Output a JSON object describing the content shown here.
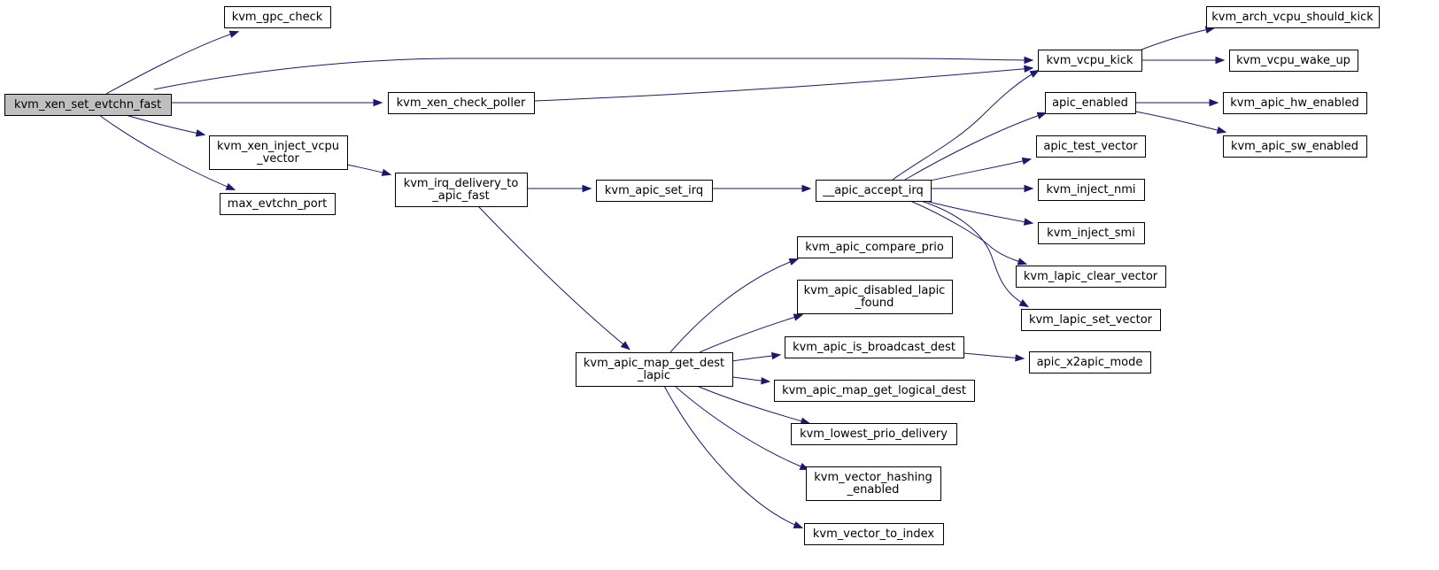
{
  "graph": {
    "colors": {
      "edge": "#191970",
      "root_fill": "#bfbfbf",
      "node_fill": "#ffffff",
      "border": "#000000"
    },
    "root": "kvm_xen_set_evtchn_fast",
    "nodes": [
      {
        "id": "kvm_xen_set_evtchn_fast",
        "lines": [
          "kvm_xen_set_evtchn_fast"
        ]
      },
      {
        "id": "kvm_gpc_check",
        "lines": [
          "kvm_gpc_check"
        ]
      },
      {
        "id": "kvm_vcpu_kick",
        "lines": [
          "kvm_vcpu_kick"
        ]
      },
      {
        "id": "kvm_xen_check_poller",
        "lines": [
          "kvm_xen_check_poller"
        ]
      },
      {
        "id": "kvm_xen_inject_vcpu_vector",
        "lines": [
          "kvm_xen_inject_vcpu",
          "_vector"
        ]
      },
      {
        "id": "max_evtchn_port",
        "lines": [
          "max_evtchn_port"
        ]
      },
      {
        "id": "kvm_irq_delivery_to_apic_fast",
        "lines": [
          "kvm_irq_delivery_to",
          "_apic_fast"
        ]
      },
      {
        "id": "kvm_apic_set_irq",
        "lines": [
          "kvm_apic_set_irq"
        ]
      },
      {
        "id": "__apic_accept_irq",
        "lines": [
          "__apic_accept_irq"
        ]
      },
      {
        "id": "kvm_arch_vcpu_should_kick",
        "lines": [
          "kvm_arch_vcpu_should_kick"
        ]
      },
      {
        "id": "kvm_vcpu_wake_up",
        "lines": [
          "kvm_vcpu_wake_up"
        ]
      },
      {
        "id": "apic_enabled",
        "lines": [
          "apic_enabled"
        ]
      },
      {
        "id": "kvm_apic_hw_enabled",
        "lines": [
          "kvm_apic_hw_enabled"
        ]
      },
      {
        "id": "kvm_apic_sw_enabled",
        "lines": [
          "kvm_apic_sw_enabled"
        ]
      },
      {
        "id": "apic_test_vector",
        "lines": [
          "apic_test_vector"
        ]
      },
      {
        "id": "kvm_inject_nmi",
        "lines": [
          "kvm_inject_nmi"
        ]
      },
      {
        "id": "kvm_inject_smi",
        "lines": [
          "kvm_inject_smi"
        ]
      },
      {
        "id": "kvm_lapic_clear_vector",
        "lines": [
          "kvm_lapic_clear_vector"
        ]
      },
      {
        "id": "kvm_lapic_set_vector",
        "lines": [
          "kvm_lapic_set_vector"
        ]
      },
      {
        "id": "kvm_apic_map_get_dest_lapic",
        "lines": [
          "kvm_apic_map_get_dest",
          "_lapic"
        ]
      },
      {
        "id": "kvm_apic_compare_prio",
        "lines": [
          "kvm_apic_compare_prio"
        ]
      },
      {
        "id": "kvm_apic_disabled_lapic_found",
        "lines": [
          "kvm_apic_disabled_lapic",
          "_found"
        ]
      },
      {
        "id": "kvm_apic_is_broadcast_dest",
        "lines": [
          "kvm_apic_is_broadcast_dest"
        ]
      },
      {
        "id": "apic_x2apic_mode",
        "lines": [
          "apic_x2apic_mode"
        ]
      },
      {
        "id": "kvm_apic_map_get_logical_dest",
        "lines": [
          "kvm_apic_map_get_logical_dest"
        ]
      },
      {
        "id": "kvm_lowest_prio_delivery",
        "lines": [
          "kvm_lowest_prio_delivery"
        ]
      },
      {
        "id": "kvm_vector_hashing_enabled",
        "lines": [
          "kvm_vector_hashing",
          "_enabled"
        ]
      },
      {
        "id": "kvm_vector_to_index",
        "lines": [
          "kvm_vector_to_index"
        ]
      }
    ],
    "edges": [
      [
        "kvm_xen_set_evtchn_fast",
        "kvm_gpc_check"
      ],
      [
        "kvm_xen_set_evtchn_fast",
        "kvm_vcpu_kick"
      ],
      [
        "kvm_xen_set_evtchn_fast",
        "kvm_xen_check_poller"
      ],
      [
        "kvm_xen_set_evtchn_fast",
        "kvm_xen_inject_vcpu_vector"
      ],
      [
        "kvm_xen_set_evtchn_fast",
        "max_evtchn_port"
      ],
      [
        "kvm_xen_check_poller",
        "kvm_vcpu_kick"
      ],
      [
        "kvm_xen_inject_vcpu_vector",
        "kvm_irq_delivery_to_apic_fast"
      ],
      [
        "kvm_irq_delivery_to_apic_fast",
        "kvm_apic_set_irq"
      ],
      [
        "kvm_irq_delivery_to_apic_fast",
        "kvm_apic_map_get_dest_lapic"
      ],
      [
        "kvm_apic_set_irq",
        "__apic_accept_irq"
      ],
      [
        "kvm_vcpu_kick",
        "kvm_arch_vcpu_should_kick"
      ],
      [
        "kvm_vcpu_kick",
        "kvm_vcpu_wake_up"
      ],
      [
        "__apic_accept_irq",
        "kvm_vcpu_kick"
      ],
      [
        "__apic_accept_irq",
        "apic_enabled"
      ],
      [
        "__apic_accept_irq",
        "apic_test_vector"
      ],
      [
        "__apic_accept_irq",
        "kvm_inject_nmi"
      ],
      [
        "__apic_accept_irq",
        "kvm_inject_smi"
      ],
      [
        "__apic_accept_irq",
        "kvm_lapic_clear_vector"
      ],
      [
        "__apic_accept_irq",
        "kvm_lapic_set_vector"
      ],
      [
        "apic_enabled",
        "kvm_apic_hw_enabled"
      ],
      [
        "apic_enabled",
        "kvm_apic_sw_enabled"
      ],
      [
        "kvm_apic_map_get_dest_lapic",
        "kvm_apic_compare_prio"
      ],
      [
        "kvm_apic_map_get_dest_lapic",
        "kvm_apic_disabled_lapic_found"
      ],
      [
        "kvm_apic_map_get_dest_lapic",
        "kvm_apic_is_broadcast_dest"
      ],
      [
        "kvm_apic_map_get_dest_lapic",
        "kvm_apic_map_get_logical_dest"
      ],
      [
        "kvm_apic_map_get_dest_lapic",
        "kvm_lowest_prio_delivery"
      ],
      [
        "kvm_apic_map_get_dest_lapic",
        "kvm_vector_hashing_enabled"
      ],
      [
        "kvm_apic_map_get_dest_lapic",
        "kvm_vector_to_index"
      ],
      [
        "kvm_apic_is_broadcast_dest",
        "apic_x2apic_mode"
      ]
    ]
  }
}
